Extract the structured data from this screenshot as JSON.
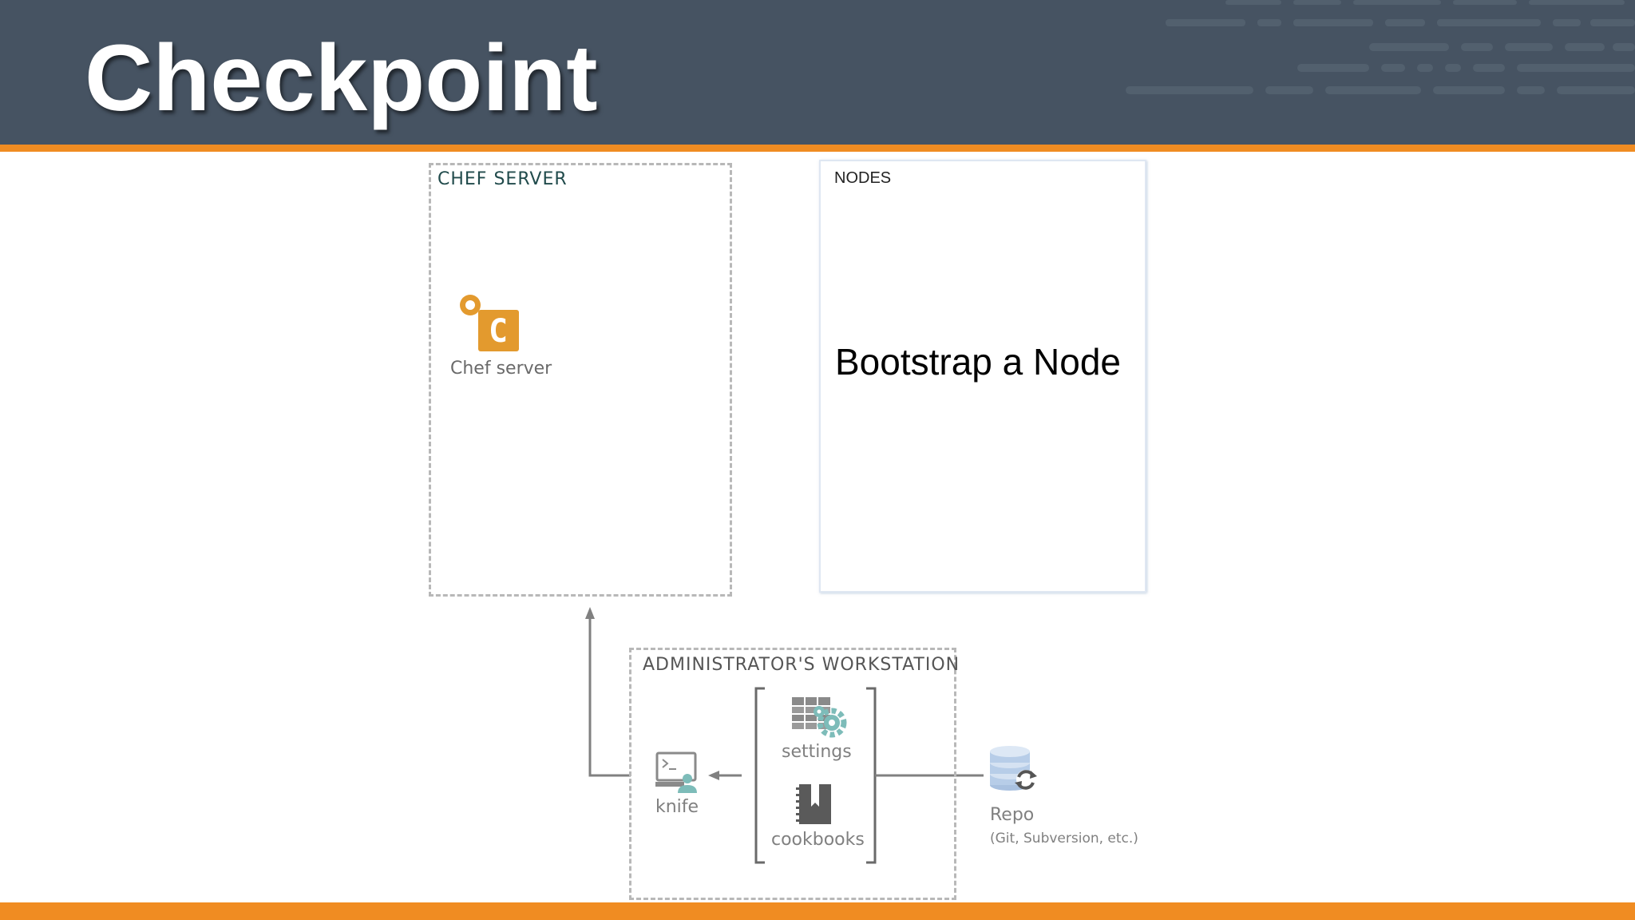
{
  "slide": {
    "title": "Checkpoint"
  },
  "chef_server": {
    "group_label": "CHEF SERVER",
    "icon": "chef-server-icon",
    "icon_letter": "C",
    "label": "Chef server"
  },
  "nodes": {
    "group_label": "NODES",
    "overlay_text": "Bootstrap a Node"
  },
  "workstation": {
    "group_label": "ADMINISTRATOR'S WORKSTATION",
    "knife": {
      "icon": "terminal-user-icon",
      "label": "knife"
    },
    "settings": {
      "icon": "settings-gear-icon",
      "label": "settings"
    },
    "cookbooks": {
      "icon": "cookbook-icon",
      "label": "cookbooks"
    }
  },
  "repo": {
    "icon": "database-sync-icon",
    "label": "Repo",
    "sublabel": "(Git, Subversion, etc.)"
  },
  "colors": {
    "header_bg": "#465362",
    "accent_orange": "#f08c22",
    "chef_orange": "#e39a2e",
    "teal": "#7dbcb9",
    "repo_blue": "#b7cde8"
  }
}
